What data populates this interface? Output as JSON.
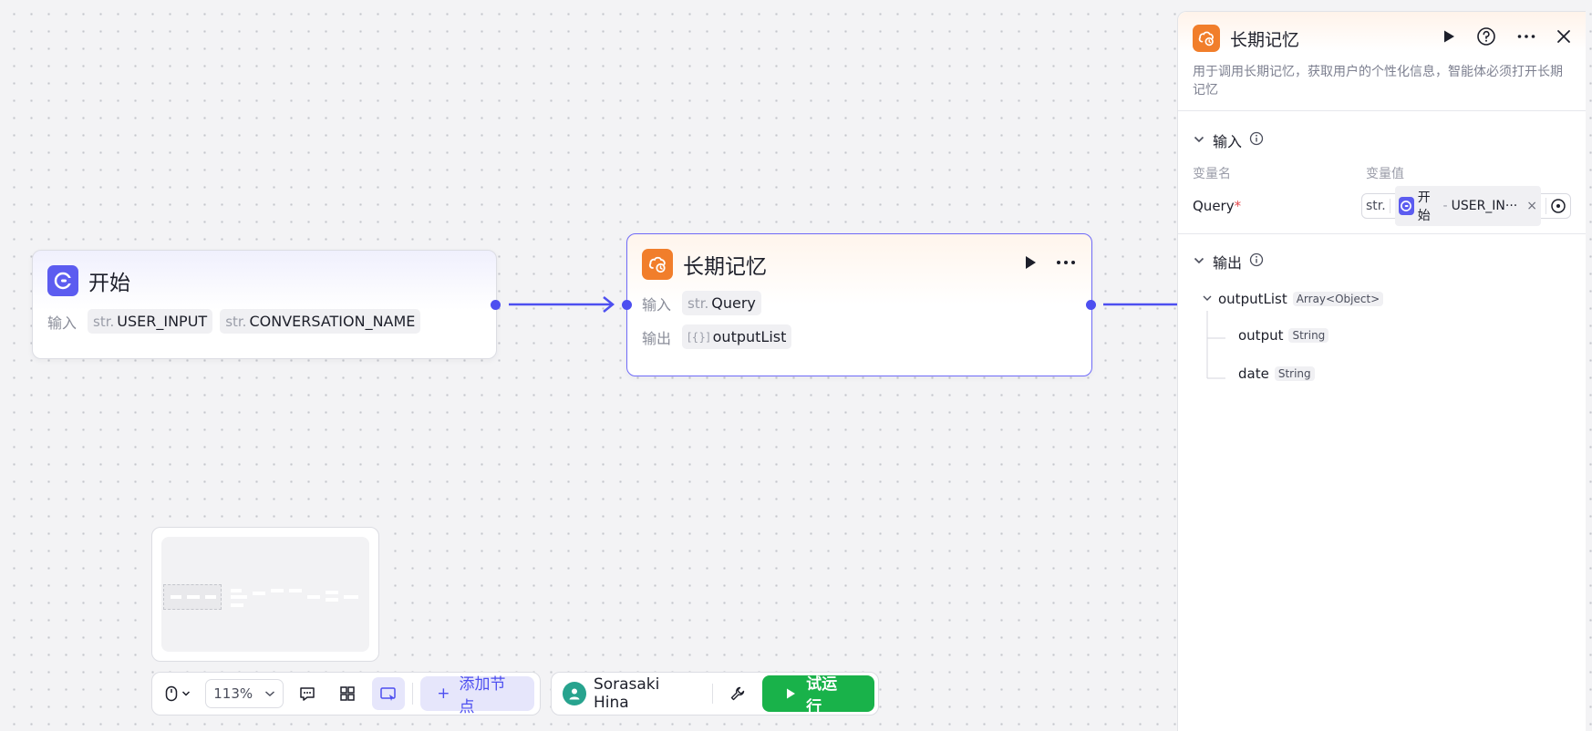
{
  "start_node": {
    "title": "开始",
    "input_label": "输入",
    "inputs": [
      {
        "type": "str.",
        "name": "USER_INPUT"
      },
      {
        "type": "str.",
        "name": "CONVERSATION_NAME"
      }
    ],
    "icon": "start-icon",
    "accent": "#5c5cf0"
  },
  "memory_node": {
    "title": "长期记忆",
    "input_label": "输入",
    "output_label": "输出",
    "input": {
      "type": "str.",
      "name": "Query"
    },
    "output": {
      "type": "[{}]",
      "name": "outputList"
    },
    "icon": "long-term-memory-icon",
    "accent": "#f17e2b",
    "selected_border": "#6f6af8"
  },
  "panel": {
    "title": "长期记忆",
    "description": "用于调用长期记忆，获取用户的个性化信息，智能体必须打开长期记忆",
    "input_section": {
      "title": "输入",
      "col_name": "变量名",
      "col_value": "变量值",
      "param": {
        "name": "Query",
        "required_mark": "*",
        "type_prefix": "str.",
        "ref_node": "开始",
        "ref_separator": "-",
        "ref_var": "USER_IN···",
        "clear_symbol": "×"
      }
    },
    "output_section": {
      "title": "输出",
      "root": {
        "name": "outputList",
        "type": "Array<Object>"
      },
      "children": [
        {
          "name": "output",
          "type": "String"
        },
        {
          "name": "date",
          "type": "String"
        }
      ]
    }
  },
  "toolbar": {
    "zoom": "113%",
    "add_node_label": "添加节点",
    "add_node_symbol": "+"
  },
  "runbar": {
    "user_name": "Sorasaki Hina",
    "try_run_label": "试运行"
  },
  "colors": {
    "primary": "#4d4ff0",
    "run_green": "#19b24a"
  }
}
